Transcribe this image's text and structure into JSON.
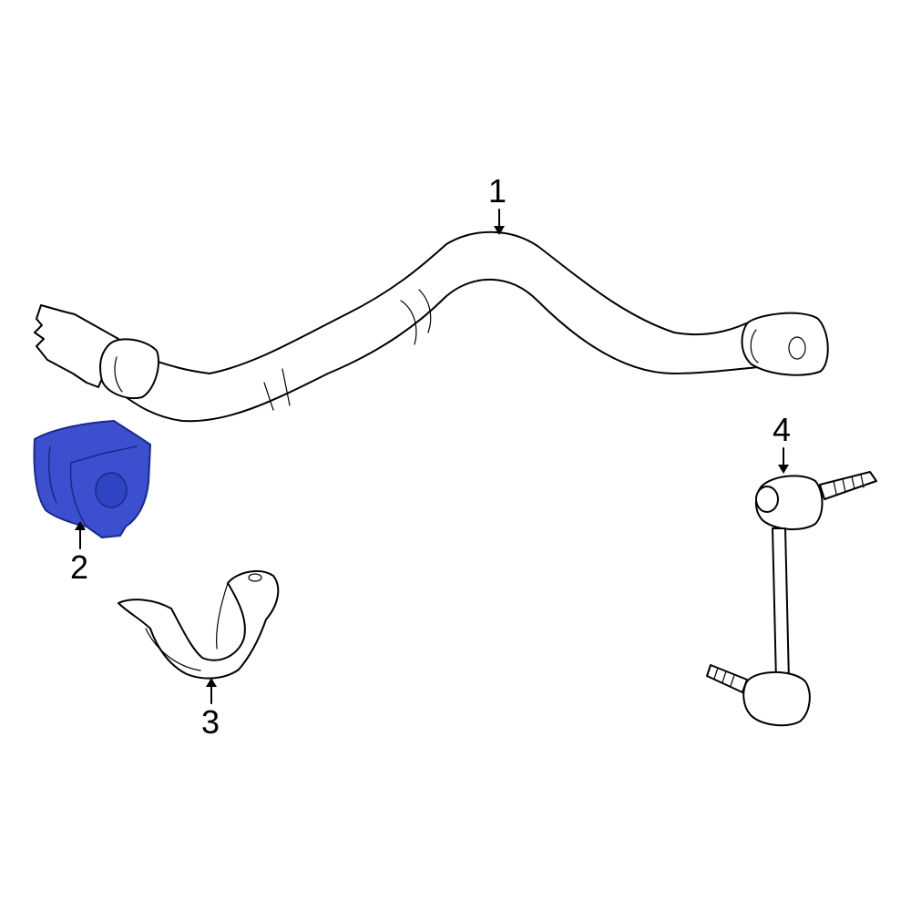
{
  "callouts": [
    {
      "id": "1",
      "label": "1"
    },
    {
      "id": "2",
      "label": "2"
    },
    {
      "id": "3",
      "label": "3"
    },
    {
      "id": "4",
      "label": "4"
    }
  ],
  "colors": {
    "highlight": "#3b4fcf",
    "highlight_stroke": "#1a2a8a",
    "line": "#000000",
    "background": "#ffffff"
  }
}
